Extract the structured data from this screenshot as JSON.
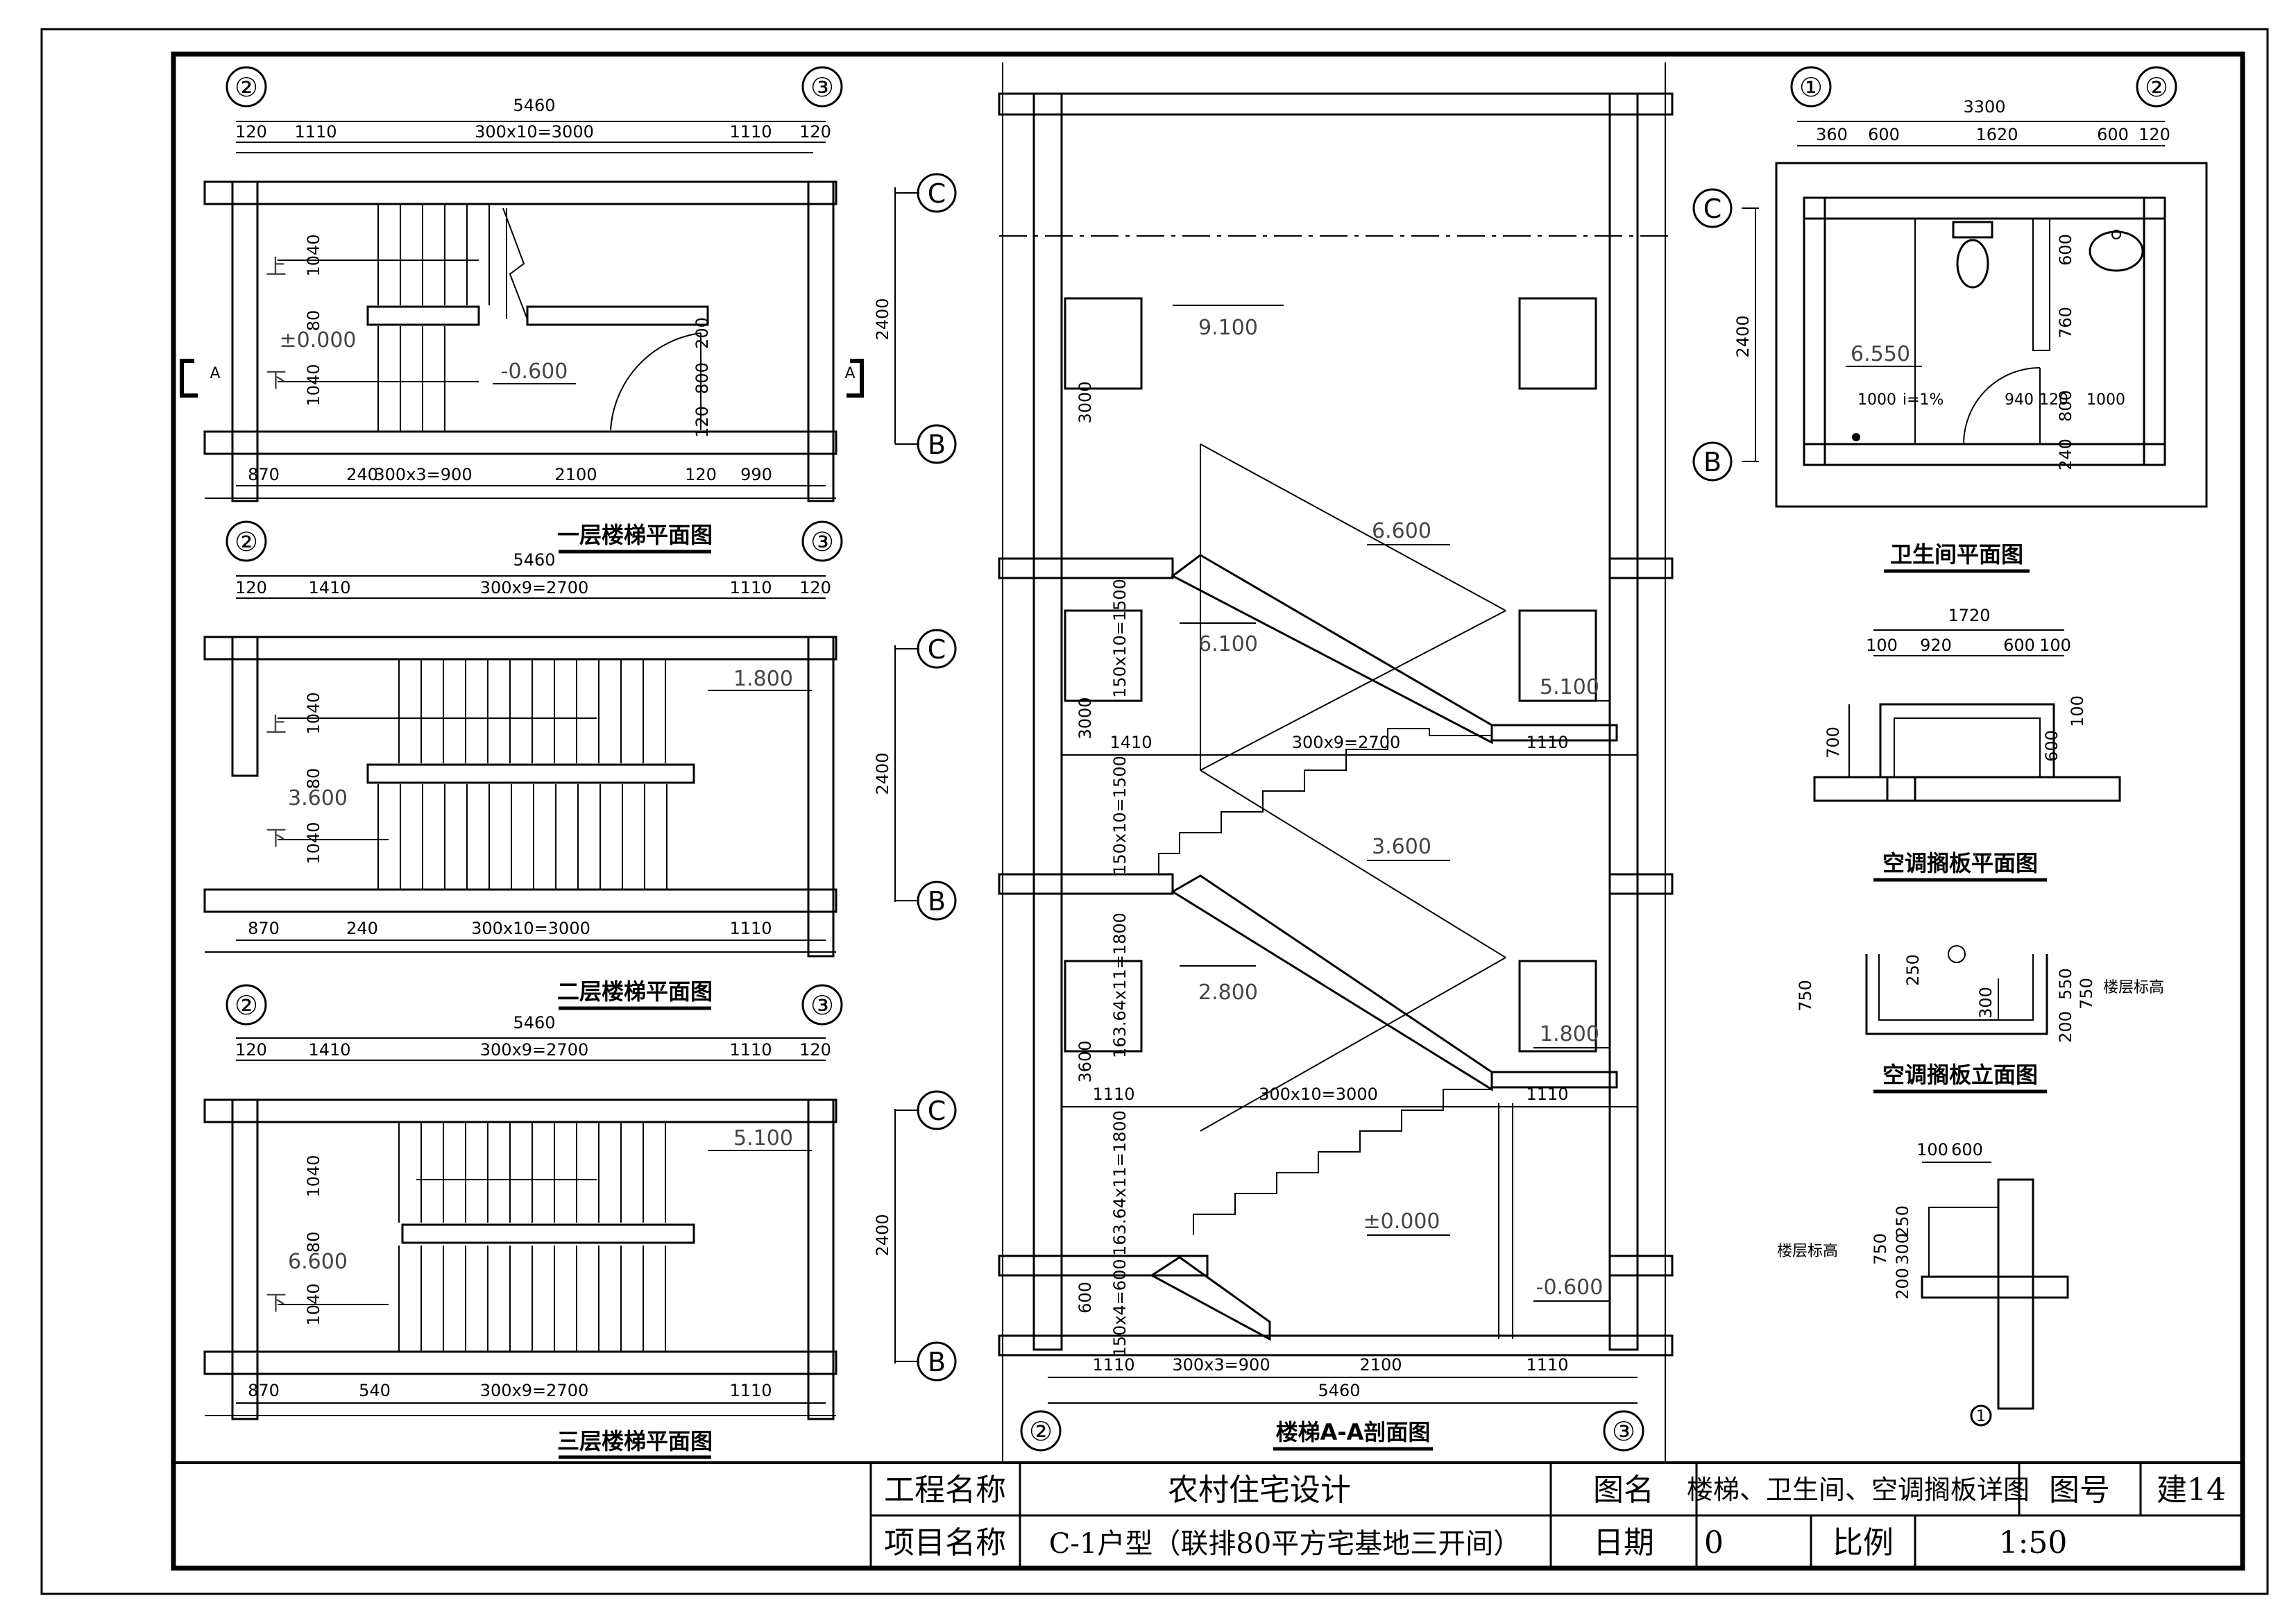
{
  "plans": [
    {
      "title": "一层楼梯平面图",
      "axis_left": "②",
      "axis_right": "③",
      "overall": "5460",
      "top_dims": [
        "120",
        "1110",
        "300x10=3000",
        "1110",
        "120"
      ],
      "bottom_dims": [
        "870",
        "240",
        "300x3=900",
        "2100",
        "120",
        "990"
      ],
      "left_v": [
        "1040",
        "80",
        "1040"
      ],
      "right_v": "2400",
      "up": "上",
      "down": "下",
      "level_a": "±0.000",
      "level_b": "-0.600",
      "door_v": [
        "200",
        "800",
        "120"
      ],
      "section_mark": "A"
    },
    {
      "title": "二层楼梯平面图",
      "axis_left": "②",
      "axis_right": "③",
      "overall": "5460",
      "top_dims": [
        "120",
        "1410",
        "300x9=2700",
        "1110",
        "120"
      ],
      "bottom_dims": [
        "870",
        "240",
        "300x10=3000",
        "1110"
      ],
      "left_v": [
        "1040",
        "80",
        "1040"
      ],
      "right_v": "2400",
      "up": "上",
      "down": "下",
      "level_a": "3.600",
      "level_b": "1.800"
    },
    {
      "title": "三层楼梯平面图",
      "axis_left": "②",
      "axis_right": "③",
      "overall": "5460",
      "top_dims": [
        "120",
        "1410",
        "300x9=2700",
        "1110",
        "120"
      ],
      "bottom_dims": [
        "870",
        "540",
        "300x9=2700",
        "1110"
      ],
      "left_v": [
        "1040",
        "80",
        "1040"
      ],
      "right_v": "2400",
      "down": "下",
      "level_a": "6.600",
      "level_b": "5.100"
    }
  ],
  "axis_rows": [
    "C",
    "B"
  ],
  "section": {
    "title": "楼梯A-A剖面图",
    "axis_left": "②",
    "axis_right": "③",
    "levels": [
      "9.100",
      "6.600",
      "6.100",
      "5.100",
      "3.600",
      "2.800",
      "1.800",
      "±0.000",
      "-0.600"
    ],
    "dims_horizontal": [
      "1410",
      "300x9=2700",
      "1110",
      "1110",
      "300x10=3000",
      "1110",
      "1110",
      "300x3=900",
      "2100",
      "1110",
      "5460"
    ],
    "dims_vertical": [
      "3000",
      "150x10=1500",
      "3000",
      "150x10=1500",
      "163.64x11=1800",
      "3600",
      "163.64x11=1800",
      "600",
      "150x4=600"
    ]
  },
  "bathroom": {
    "title": "卫生间平面图",
    "axis_left": "①",
    "axis_right": "②",
    "overall": "3300",
    "top_dims": [
      "360",
      "600",
      "1620",
      "600",
      "120"
    ],
    "left_v": "2400",
    "right_v": [
      "600",
      "760",
      "800",
      "240"
    ],
    "level": "6.550",
    "bottom_dims": [
      "1000",
      "940",
      "120",
      "1000"
    ],
    "small_note": "i=1%"
  },
  "ac_plan": {
    "title": "空调搁板平面图",
    "overall": "1720",
    "dims": [
      "100",
      "920",
      "600",
      "100"
    ],
    "left_v": "700",
    "right_v": [
      "100",
      "600"
    ]
  },
  "ac_elev": {
    "title": "空调搁板立面图",
    "left_v": "750",
    "dims": [
      "250",
      "300",
      "550",
      "750",
      "200"
    ],
    "note": "楼层标高"
  },
  "detail": {
    "dims": [
      "100",
      "600"
    ],
    "v_dims": [
      "250",
      "300",
      "750",
      "200"
    ],
    "note": "楼层标高",
    "mark": "1"
  },
  "title_block": {
    "project_label": "工程名称",
    "project_value": "农村住宅设计",
    "item_label": "项目名称",
    "item_value": "C-1户型（联排80平方宅基地三开间）",
    "drawing_label": "图名",
    "drawing_value": "楼梯、卫生间、空调搁板详图",
    "number_label": "图号",
    "number_value": "建14",
    "date_label": "日期",
    "date_value": "0",
    "scale_label": "比例",
    "scale_value": "1:50"
  }
}
